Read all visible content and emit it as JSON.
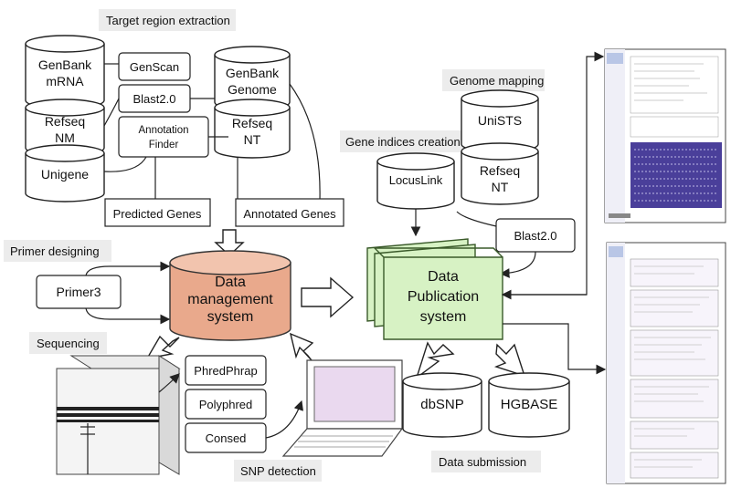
{
  "sections": {
    "target_region_extraction": "Target region extraction",
    "genome_mapping": "Genome mapping",
    "gene_indices_creation": "Gene indices creation",
    "primer_designing": "Primer designing",
    "sequencing": "Sequencing",
    "snp_detection": "SNP detection",
    "data_submission": "Data submission"
  },
  "databases": {
    "genbank_mrna": [
      "GenBank",
      "mRNA"
    ],
    "refseq_nm": [
      "Refseq",
      "NM"
    ],
    "unigene": [
      "Unigene"
    ],
    "genbank_genome": [
      "GenBank",
      "Genome"
    ],
    "refseq_nt": [
      "Refseq",
      "NT"
    ],
    "unists": [
      "UniSTS"
    ],
    "refseq_nt_2": [
      "Refseq",
      "NT"
    ],
    "locuslink": [
      "LocusLink"
    ],
    "dbsnp": [
      "dbSNP"
    ],
    "hgbase": [
      "HGBASE"
    ]
  },
  "tools": {
    "genscan": "GenScan",
    "blast_1": "Blast2.0",
    "annotation_finder": [
      "Annotation",
      "Finder"
    ],
    "predicted_genes": "Predicted Genes",
    "annotated_genes": "Annotated Genes",
    "primer3": "Primer3",
    "blast_2": "Blast2.0",
    "phredphrap": "PhredPhrap",
    "polyphred": "Polyphred",
    "consed": "Consed"
  },
  "systems": {
    "data_management": [
      "Data",
      "management",
      "system"
    ],
    "data_publication": [
      "Data",
      "Publication",
      "system"
    ]
  },
  "colors": {
    "data_management_fill": "#e9a98c",
    "data_management_top": "#f2c4ae",
    "data_publication_fill": "#d7f2c4",
    "data_publication_border": "#3a5a2a",
    "section_tag_bg": "#ececec",
    "screenshot_band": "#4a3f9a"
  }
}
